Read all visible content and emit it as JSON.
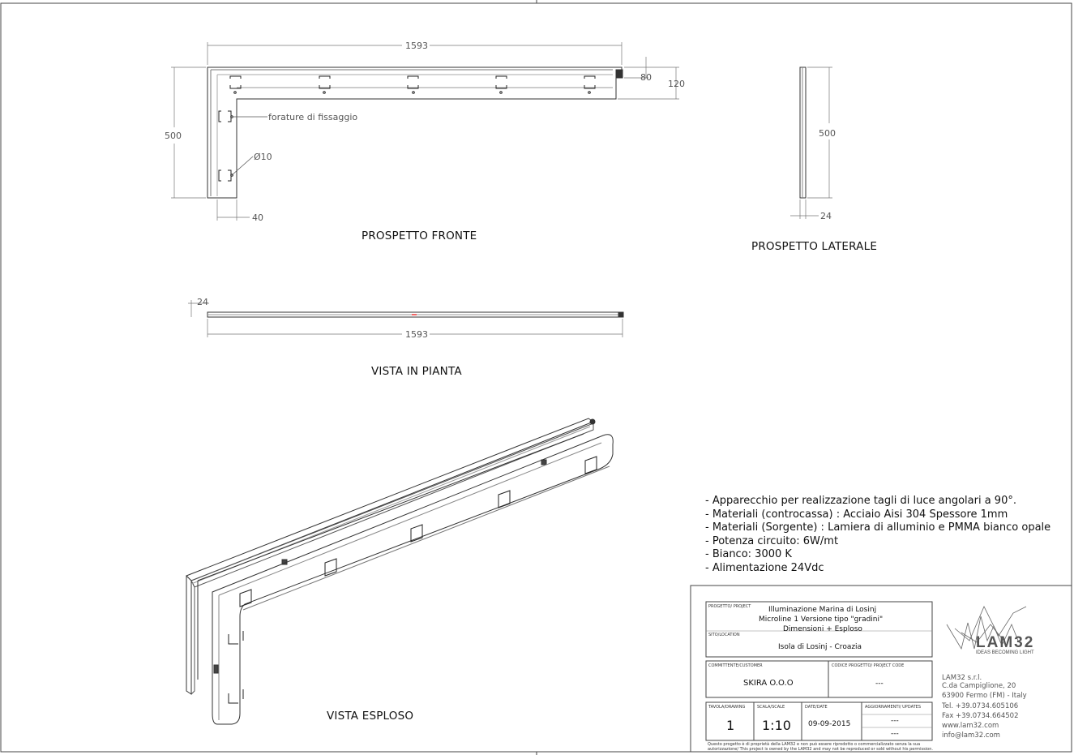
{
  "views": {
    "front": {
      "title": "PROSPETTO FRONTE",
      "dim_length": "1593",
      "dim_height": "500",
      "dim_80": "80",
      "dim_120": "120",
      "dim_40": "40",
      "note_fixing": "forature di fissaggio",
      "note_hole": "Ø10"
    },
    "side": {
      "title": "PROSPETTO LATERALE",
      "dim_height": "500",
      "dim_depth": "24"
    },
    "plan": {
      "title": "VISTA IN PIANTA",
      "dim_depth": "24",
      "dim_length": "1593"
    },
    "exploded": {
      "title": "VISTA ESPLOSO"
    }
  },
  "notes": [
    "- Apparecchio per realizzazione tagli di luce angolari a 90°.",
    "- Materiali (controcassa) : Acciaio Aisi 304 Spessore 1mm",
    "- Materiali (Sorgente) : Lamiera di alluminio e PMMA bianco opale",
    "- Potenza circuito: 6W/mt",
    "- Bianco: 3000 K",
    "- Alimentazione 24Vdc"
  ],
  "title_block": {
    "project_label": "PROGETTO/ PROJECT",
    "project_lines": [
      "Illuminazione Marina di Losinj",
      "Microline 1 Versione tipo \"gradini\"",
      "Dimensioni + Esploso"
    ],
    "location_label": "SITO/LOCATION",
    "location": "Isola di Losinj - Croazia",
    "customer_label": "COMMITTENTE/CUSTOMER",
    "customer": "SKIRA O.O.O",
    "code_label": "CODICE PROGETTO/ PROJECT CODE",
    "code": "---",
    "drawing_label": "TAVOLA/DRAWING",
    "drawing": "1",
    "scale_label": "SCALA/SCALE",
    "scale": "1:10",
    "date_label": "DATE/DATE",
    "date": "09-09-2015",
    "updates_label": "AGGIORNAMENTI/ UPDATES",
    "updates": [
      "---",
      "---"
    ],
    "disclaimer_1": "Questo progetto è di proprietà della LAM32 e non può essere riprodotto o commercializzato senza la sua",
    "disclaimer_2": "autorizzazione/ This project is owned by the LAM32 and may not be reproduced or sold without his permission."
  },
  "company": {
    "logo_text": "LAM32",
    "tagline": "IDEAS BECOMING LIGHT",
    "name": "LAM32 s.r.l.",
    "address_1": "C.da Campiglione, 20",
    "address_2": "63900 Fermo (FM) - Italy",
    "tel": "Tel. +39.0734.605106",
    "fax": "Fax +39.0734.664502",
    "web": "www.lam32.com",
    "email": "info@lam32.com"
  }
}
